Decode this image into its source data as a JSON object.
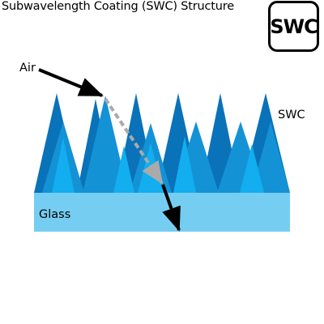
{
  "title": "Subwavelength Coating (SWC) Structure",
  "badge": "SWC",
  "labels": {
    "air": "Air",
    "swc": "SWC",
    "glass": "Glass"
  },
  "colors": {
    "cone_dark": "#0a72b8",
    "cone_mid": "#1492d6",
    "cone_light": "#12aef0",
    "glass": "#76cdf2",
    "incident_ray": "#000000",
    "refracted_ray": "#aaaaaa"
  }
}
